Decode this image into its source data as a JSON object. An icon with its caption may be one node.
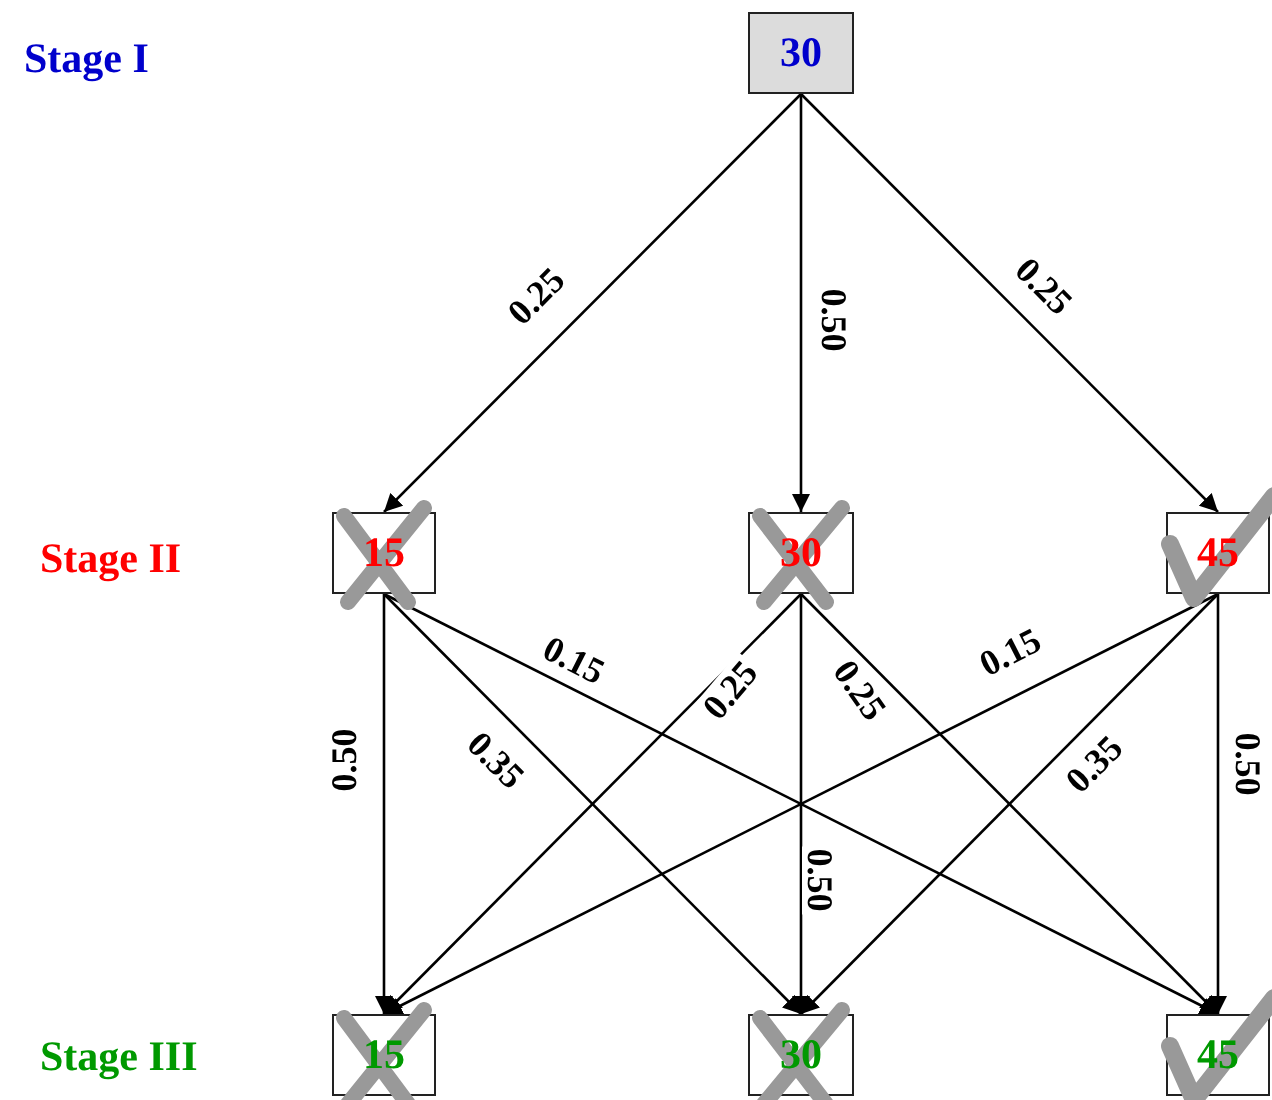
{
  "diagram": {
    "nodes": [
      {
        "text": [
          "30"
        ]
      },
      {
        "text": [
          "15"
        ]
      },
      {
        "text": [
          "30"
        ]
      },
      {
        "text": [
          "45"
        ]
      },
      {
        "text": [
          "15"
        ]
      },
      {
        "text": [
          "30"
        ]
      },
      {
        "text": [
          "45"
        ]
      }
    ],
    "edges": [
      {
        "from": 0,
        "to": 1,
        "arrow": "to",
        "label": "0.25"
      },
      {
        "from": 0,
        "to": 2,
        "arrow": "to",
        "label": "0.50"
      },
      {
        "from": 0,
        "to": 3,
        "arrow": "to",
        "label": "0.25"
      },
      {
        "from": 1,
        "to": 4,
        "arrow": "to",
        "label": "0.50"
      },
      {
        "from": 1,
        "to": 5,
        "arrow": "to",
        "label": "0.35"
      },
      {
        "from": 1,
        "to": 6,
        "arrow": "to",
        "label": "0.15"
      },
      {
        "from": 2,
        "to": 4,
        "arrow": "to",
        "label": "0.25"
      },
      {
        "from": 2,
        "to": 5,
        "arrow": "to",
        "label": "0.50"
      },
      {
        "from": 2,
        "to": 6,
        "arrow": "to",
        "label": "0.25"
      },
      {
        "from": 3,
        "to": 4,
        "arrow": "to",
        "label": "0.15"
      },
      {
        "from": 3,
        "to": 5,
        "arrow": "to",
        "label": "0.35"
      },
      {
        "from": 3,
        "to": 6,
        "arrow": "to",
        "label": "0.50"
      }
    ],
    "labels": [
      "Stage I",
      "Stage II",
      "Stage III"
    ]
  }
}
